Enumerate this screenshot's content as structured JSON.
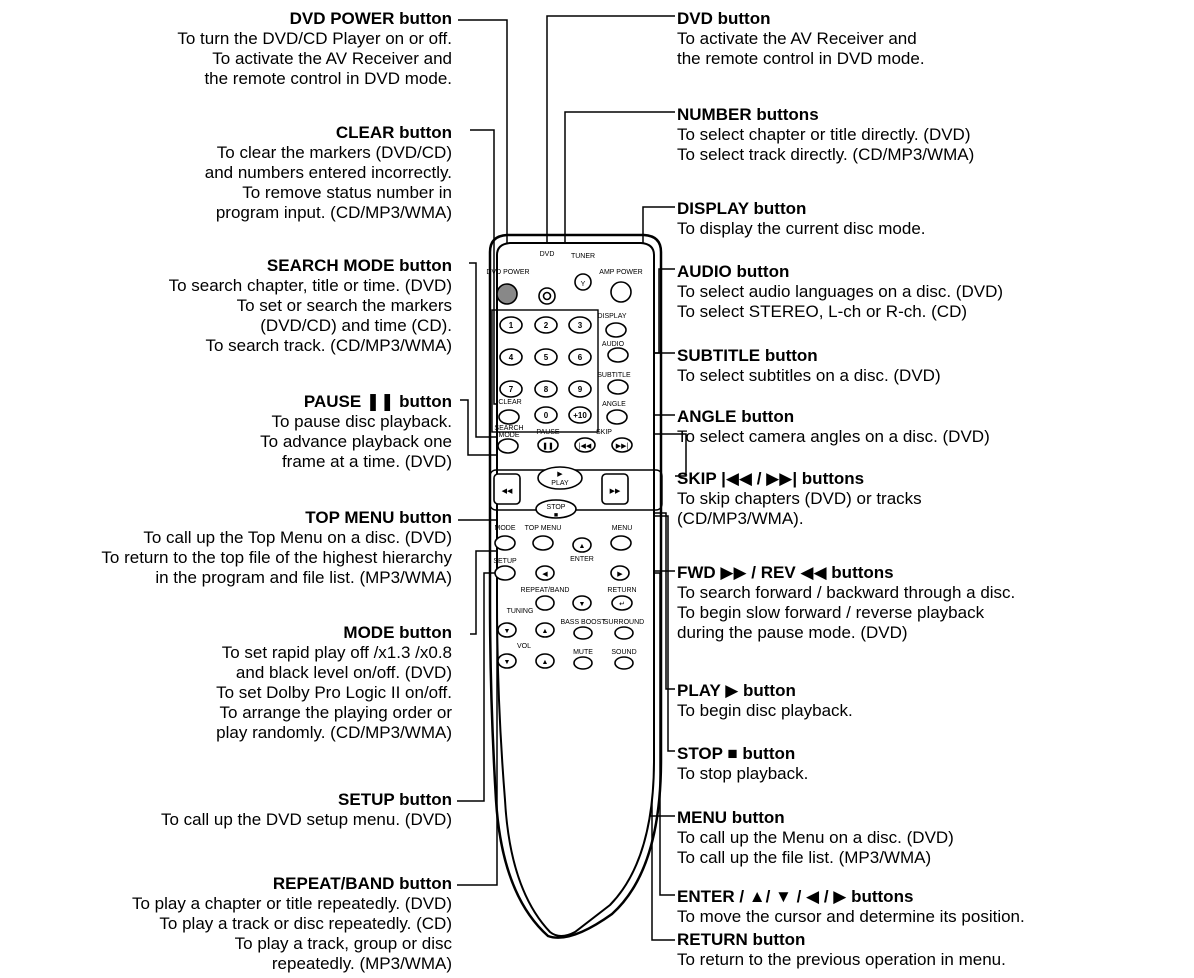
{
  "left_labels": [
    {
      "id": "dvd-power",
      "title": "DVD POWER button",
      "desc": "To turn the DVD/CD Player on or off.\nTo activate the AV Receiver and\nthe remote control in DVD mode."
    },
    {
      "id": "clear",
      "title": "CLEAR button",
      "desc": "To clear the markers (DVD/CD)\nand numbers entered incorrectly.\nTo remove status number in\nprogram input. (CD/MP3/WMA)"
    },
    {
      "id": "search-mode",
      "title": "SEARCH MODE button",
      "desc": "To search chapter, title or time. (DVD)\nTo set or search the markers\n(DVD/CD) and time (CD).\nTo search track. (CD/MP3/WMA)"
    },
    {
      "id": "pause",
      "title": "PAUSE ❚❚ button",
      "desc": "To pause disc playback.\nTo advance playback one\nframe at a time. (DVD)"
    },
    {
      "id": "top-menu",
      "title": "TOP MENU button",
      "desc": "To call up the Top Menu on a disc. (DVD)\nTo return to the top file of the highest hierarchy\nin the program and file list. (MP3/WMA)"
    },
    {
      "id": "mode",
      "title": "MODE button",
      "desc": "To set rapid play off /x1.3 /x0.8\nand black level on/off. (DVD)\nTo set Dolby Pro Logic II on/off.\nTo arrange the playing order or\nplay randomly. (CD/MP3/WMA)"
    },
    {
      "id": "setup",
      "title": "SETUP button",
      "desc": "To call up the DVD setup menu. (DVD)"
    },
    {
      "id": "repeat-band",
      "title": "REPEAT/BAND button",
      "desc": "To play a chapter or title repeatedly. (DVD)\nTo play a track or disc repeatedly. (CD)\nTo play a track, group or disc\nrepeatedly. (MP3/WMA)"
    }
  ],
  "right_labels": [
    {
      "id": "dvd",
      "title": "DVD button",
      "desc": "To activate the AV Receiver and\nthe remote control in DVD mode."
    },
    {
      "id": "number",
      "title": "NUMBER buttons",
      "desc": "To select chapter or title directly. (DVD)\nTo select track directly. (CD/MP3/WMA)"
    },
    {
      "id": "display",
      "title": "DISPLAY button",
      "desc": "To display the current disc mode."
    },
    {
      "id": "audio",
      "title": "AUDIO button",
      "desc": "To select audio languages on a disc. (DVD)\nTo select STEREO, L-ch or R-ch. (CD)"
    },
    {
      "id": "subtitle",
      "title": "SUBTITLE button",
      "desc": "To select subtitles on a disc. (DVD)"
    },
    {
      "id": "angle",
      "title": "ANGLE button",
      "desc": "To select camera angles on a disc. (DVD)"
    },
    {
      "id": "skip",
      "title": "SKIP |◀◀ / ▶▶| buttons",
      "desc": "To skip chapters (DVD) or tracks\n(CD/MP3/WMA)."
    },
    {
      "id": "fwd-rev",
      "title": "FWD ▶▶ / REV ◀◀ buttons",
      "desc": "To search forward / backward through a disc.\nTo begin slow forward / reverse playback\nduring the pause mode. (DVD)"
    },
    {
      "id": "play",
      "title": "PLAY ▶ button",
      "desc": "To begin disc playback."
    },
    {
      "id": "stop",
      "title": "STOP ■ button",
      "desc": "To stop playback."
    },
    {
      "id": "menu",
      "title": "MENU button",
      "desc": "To call up the Menu on a disc. (DVD)\nTo call up the file list. (MP3/WMA)"
    },
    {
      "id": "enter",
      "title": "ENTER / ▲/ ▼ / ◀ / ▶ buttons",
      "desc": "To move the cursor and determine its position."
    },
    {
      "id": "return",
      "title": "RETURN button",
      "desc": "To return to the previous operation in menu."
    }
  ],
  "remote": {
    "dvd_power": "DVD POWER",
    "dvd": "DVD",
    "tuner": "TUNER",
    "amp_power": "AMP POWER",
    "display": "DISPLAY",
    "audio": "AUDIO",
    "subtitle": "SUBTITLE",
    "angle": "ANGLE",
    "clear": "CLEAR",
    "search_mode_1": "SEARCH",
    "search_mode_2": "MODE",
    "pause": "PAUSE",
    "skip": "SKIP",
    "play": "PLAY",
    "stop": "STOP",
    "mode": "MODE",
    "top_menu": "TOP MENU",
    "menu": "MENU",
    "enter": "ENTER",
    "setup": "SETUP",
    "repeat_band": "REPEAT/BAND",
    "return": "RETURN",
    "tuning": "TUNING",
    "bass_boost": "BASS BOOST",
    "surround": "SURROUND",
    "vol": "VOL",
    "mute": "MUTE",
    "sound": "SOUND",
    "digits": [
      "1",
      "2",
      "3",
      "4",
      "5",
      "6",
      "7",
      "8",
      "9",
      "0",
      "+10"
    ]
  }
}
